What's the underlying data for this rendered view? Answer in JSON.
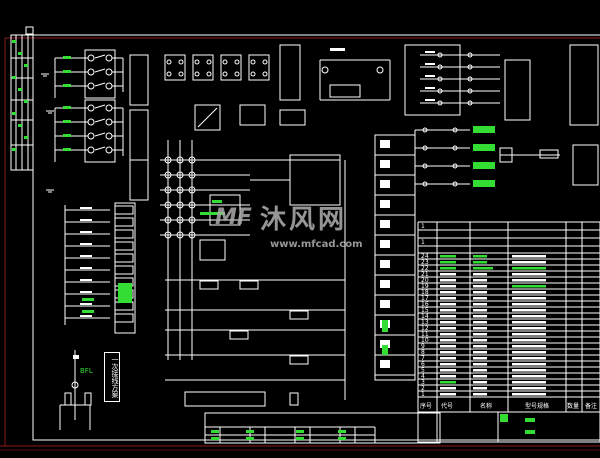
{
  "drawing": {
    "scheme_label": "一次接线方案",
    "fuse_label": "BFL",
    "watermark": {
      "logo": "MF",
      "name": "沐风网",
      "url": "www.mfcad.com"
    },
    "colors": {
      "background": "#000000",
      "lines": "#ffffff",
      "highlight": "#33dd33",
      "border": "#8b1a1a"
    }
  },
  "parts_table": {
    "top_rows": [
      "1",
      "1"
    ],
    "row_numbers": [
      "24",
      "23",
      "22",
      "21",
      "20",
      "19",
      "18",
      "17",
      "16",
      "15",
      "14",
      "13",
      "12",
      "11",
      "10",
      "9",
      "8",
      "7",
      "6",
      "5",
      "4",
      "3",
      "2",
      "1"
    ],
    "headers": [
      "序号",
      "代号",
      "名称",
      "型号规格",
      "数量",
      "备注"
    ]
  }
}
